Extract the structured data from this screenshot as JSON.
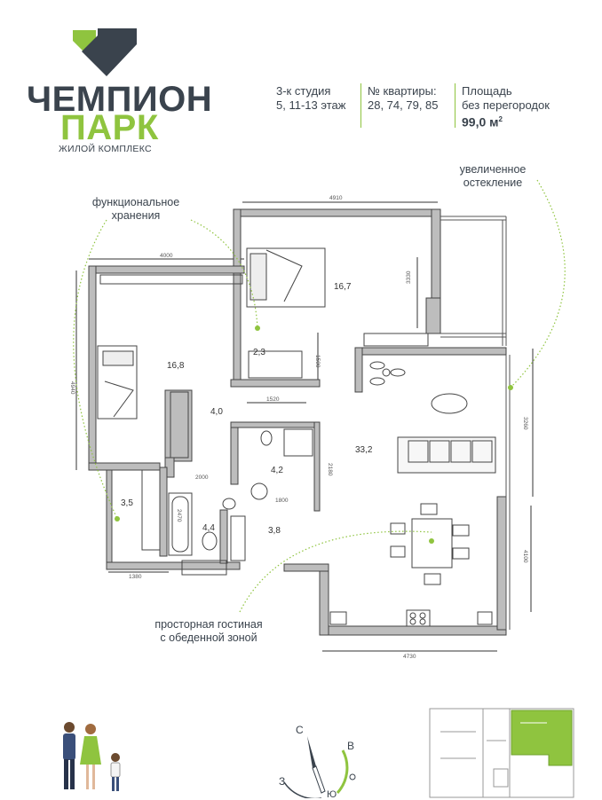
{
  "brand": {
    "name_line1": "ЧЕМПИОН",
    "name_line2": "ПАРК",
    "subtitle": "ЖИЛОЙ КОМПЛЕКС",
    "logo_icon": "green-heart-roof-logo",
    "colors": {
      "dark": "#3a434d",
      "green": "#8fc43f"
    }
  },
  "header": {
    "type_line1": "3-к студия",
    "type_line2": "5, 11-13 этаж",
    "apt_label": "№ квартиры:",
    "apt_numbers": "28, 74, 79, 85",
    "area_label1": "Площадь",
    "area_label2": "без перегородок",
    "area_value": "99,0 м",
    "area_unit_sup": "2"
  },
  "annotations": {
    "storage_line1": "функциональное",
    "storage_line2": "хранения",
    "glazing_line1": "увеличенное",
    "glazing_line2": "остекление",
    "living_line1": "просторная гостиная",
    "living_line2": "с обеденной зоной"
  },
  "dimensions": {
    "top_right": "4910",
    "top_left": "4000",
    "left_side": "4940",
    "right_upper": "3260",
    "right_lower": "4100",
    "inner_3330": "3330",
    "inner_1500": "1500",
    "inner_1520": "1520",
    "inner_2000": "2000",
    "inner_2470": "2470",
    "inner_2180": "2180",
    "inner_1800": "1800",
    "bottom_left": "1380",
    "bottom_right": "4730"
  },
  "rooms": {
    "bedroom_right": "16,7",
    "bedroom_left": "16,8",
    "wardrobe": "2,3",
    "hall": "4,0",
    "living": "33,2",
    "bath_right": "4,2",
    "storage_left": "3,5",
    "bath_left": "4,4",
    "entry": "3,8"
  },
  "compass": {
    "north": "С",
    "east": "В",
    "west": "З",
    "south": "Ю"
  }
}
